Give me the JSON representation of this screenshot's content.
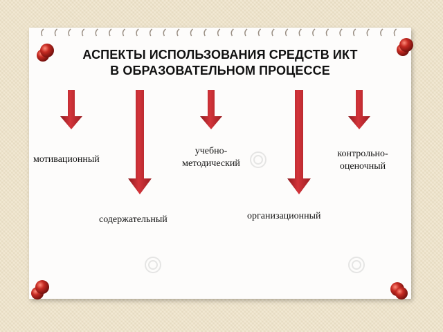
{
  "title": {
    "line1": "АСПЕКТЫ ИСПОЛЬЗОВАНИЯ СРЕДСТВ ИКТ",
    "line2": "В ОБРАЗОВАТЕЛЬНОМ ПРОЦЕССЕ"
  },
  "aspects": {
    "motivational": "мотивационный",
    "content": "содержательный",
    "methodical_1": "учебно-",
    "methodical_2": "методический",
    "organizational": "организационный",
    "control_1": "контрольно-",
    "control_2": "оценочный"
  },
  "colors": {
    "arrow": "#c0272d",
    "arrow_dark": "#8e1a1f",
    "pin": "#b3242a",
    "paper": "#fdfcfb",
    "background": "#efe3c9"
  }
}
